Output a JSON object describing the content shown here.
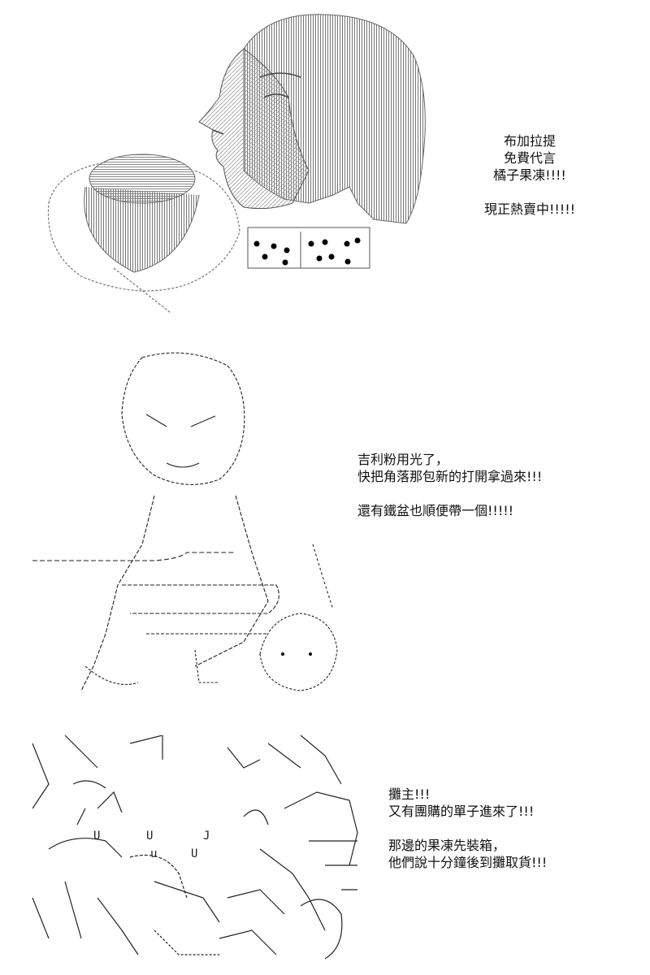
{
  "panels": [
    {
      "caption": [
        "布加拉提",
        "免費代言",
        "橘子果凍!!!!",
        "",
        "現正熱賣中!!!!!"
      ]
    },
    {
      "caption": [
        "吉利粉用光了，",
        "快把角落那包新的打開拿過來!!!",
        "",
        "還有鐵盆也順便帶一個!!!!!"
      ]
    },
    {
      "caption": [
        "攤主!!!",
        "又有團購的單子進來了!!!",
        "",
        "那邊的果凍先裝箱，",
        "他們說十分鐘後到攤取貨!!!"
      ]
    }
  ]
}
